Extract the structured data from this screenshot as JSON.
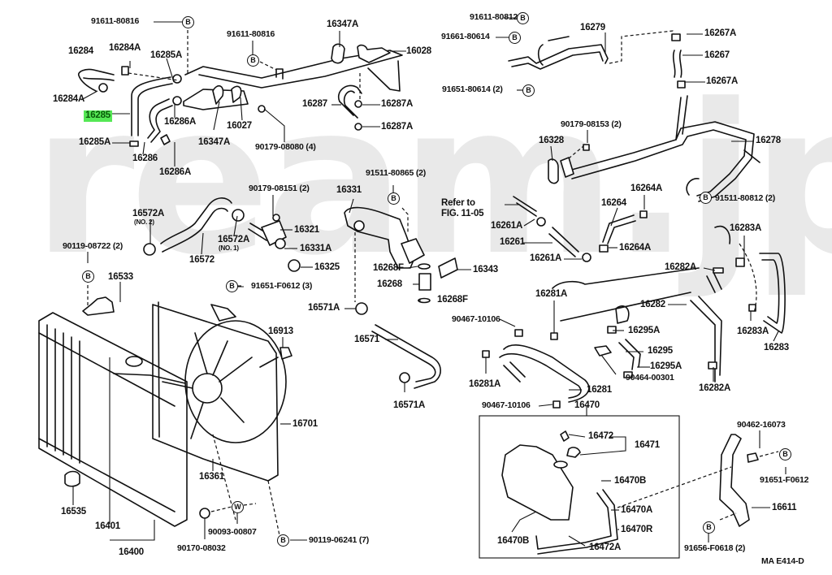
{
  "watermark": "ream.jpn",
  "figure_code": "MA E414-D",
  "highlighted_part": "16285",
  "bolt_marker": "B",
  "washer_marker": "W",
  "refer_note": {
    "line1": "Refer to",
    "line2": "FIG. 11-05"
  },
  "labels": {
    "p91611_80816_a": "91611-80816",
    "p91611_80816_b": "91611-80816",
    "p16284": "16284",
    "p16284A_a": "16284A",
    "p16284A_b": "16284A",
    "p16285A_a": "16285A",
    "p16285": "16285",
    "p16285A_b": "16285A",
    "p16286A_a": "16286A",
    "p16286": "16286",
    "p16286A_b": "16286A",
    "p16347A_a": "16347A",
    "p16347A_b": "16347A",
    "p16027": "16027",
    "p16028": "16028",
    "p90179_08080": "90179-08080 (4)",
    "p16287": "16287",
    "p16287A_a": "16287A",
    "p16287A_b": "16287A",
    "p91611_80812": "91611-80812",
    "p91661_80614": "91661-80614",
    "p91651_80614": "91651-80614 (2)",
    "p16279": "16279",
    "p16267A_a": "16267A",
    "p16267": "16267",
    "p16267A_b": "16267A",
    "p90179_08153": "90179-08153 (2)",
    "p16328": "16328",
    "p16278": "16278",
    "p16264A_a": "16264A",
    "p16264": "16264",
    "p16264A_b": "16264A",
    "p91511_80812": "91511-80812 (2)",
    "p91511_80865": "91511-80865 (2)",
    "p16331": "16331",
    "p90179_08151": "90179-08151 (2)",
    "p16572A_2": "16572A",
    "p16572A_2_no": "(NO. 2)",
    "p16572A_1": "16572A",
    "p16572A_1_no": "(NO. 1)",
    "p16572": "16572",
    "p16321": "16321",
    "p16331A": "16331A",
    "p16325": "16325",
    "p90119_08722": "90119-08722 (2)",
    "p16533": "16533",
    "p16261A_a": "16261A",
    "p16261": "16261",
    "p16261A_b": "16261A",
    "p16268F_a": "16268F",
    "p16268": "16268",
    "p16268F_b": "16268F",
    "p16343": "16343",
    "p16283A_a": "16283A",
    "p16282A_a": "16282A",
    "p16282": "16282",
    "p16283A_b": "16283A",
    "p16283": "16283",
    "p16282A_b": "16282A",
    "p91651_F0612_3": "91651-F0612 (3)",
    "p16571A_a": "16571A",
    "p16571": "16571",
    "p16571A_b": "16571A",
    "p16913": "16913",
    "p16281A_a": "16281A",
    "p90467_10106_a": "90467-10106",
    "p16295A_a": "16295A",
    "p16295": "16295",
    "p16295A_b": "16295A",
    "p90464_00301": "90464-00301",
    "p16281A_b": "16281A",
    "p16281": "16281",
    "p90467_10106_b": "90467-10106",
    "p16470": "16470",
    "p16472": "16472",
    "p16471": "16471",
    "p16470B_a": "16470B",
    "p16470A": "16470A",
    "p16470R": "16470R",
    "p16470B_b": "16470B",
    "p16472A": "16472A",
    "p90462_16073": "90462-16073",
    "p91651_F0612": "91651-F0612",
    "p16611": "16611",
    "p91656_F0618": "91656-F0618 (2)",
    "p16701": "16701",
    "p16361": "16361",
    "p16535": "16535",
    "p16401": "16401",
    "p16400": "16400",
    "p90093_00807": "90093-00807",
    "p90170_08032": "90170-08032",
    "p90119_06241": "90119-06241 (7)"
  }
}
